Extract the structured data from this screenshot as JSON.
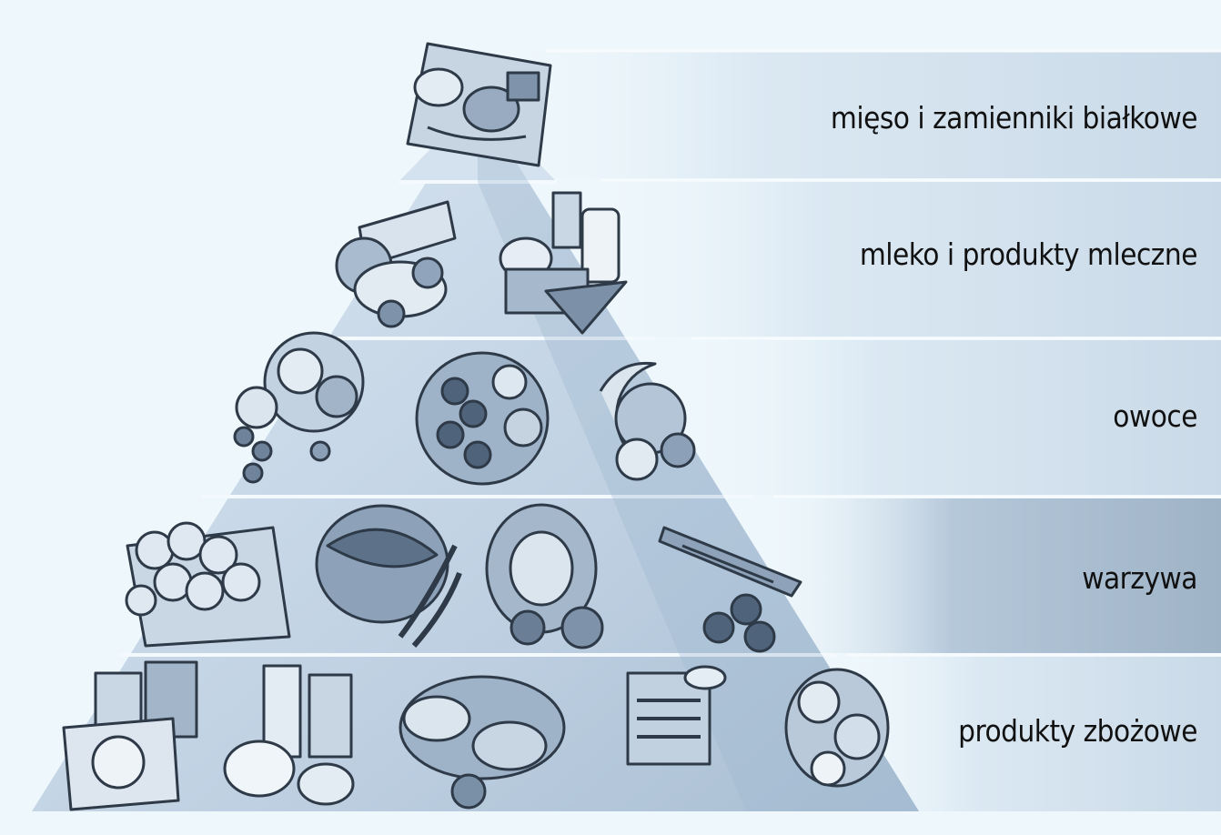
{
  "diagram": {
    "levels": [
      {
        "id": "meat",
        "label": "mięso i zamienniki białkowe",
        "food_icons": [
          "meat-platter-icon"
        ]
      },
      {
        "id": "dairy",
        "label": "mleko i produkty mleczne",
        "food_icons": [
          "cheese-icon",
          "milk-products-icon"
        ]
      },
      {
        "id": "fruit",
        "label": "owoce",
        "food_icons": [
          "fruit-bowl-icon",
          "grapes-icon",
          "banana-icon"
        ]
      },
      {
        "id": "vegetables",
        "label": "warzywa",
        "food_icons": [
          "potatoes-icon",
          "leafy-greens-icon",
          "cabbage-icon",
          "carrots-icon"
        ]
      },
      {
        "id": "grains",
        "label": "produkty zbożowe",
        "food_icons": [
          "cereal-boxes-icon",
          "flour-icon",
          "bread-icon",
          "pasta-icon",
          "rolls-icon"
        ]
      }
    ],
    "colors": {
      "background": "#eef7fb",
      "pyramid_light": "#cfdeec",
      "pyramid_dark": "#9fb6ce",
      "band_light": "#e9f3fa",
      "band_mid": "#c3d5e6",
      "band_dark": "#9fb4c9",
      "food_ink": "#2e3a48",
      "food_fill": "#b9c9d9"
    }
  }
}
